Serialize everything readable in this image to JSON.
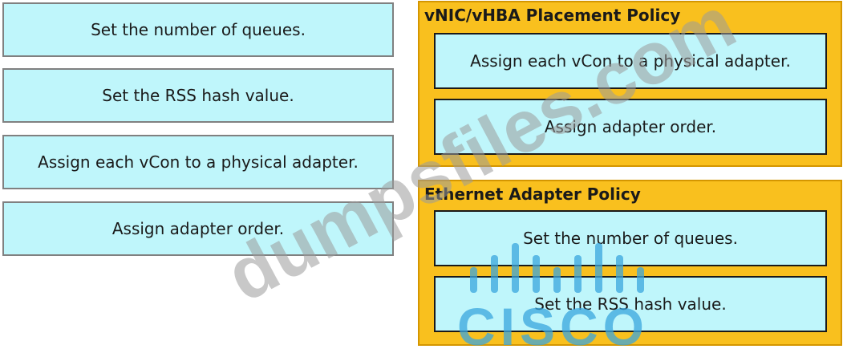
{
  "source_tiles": [
    {
      "label": "Set the number of queues."
    },
    {
      "label": "Set the RSS hash value."
    },
    {
      "label": "Assign each vCon to a physical adapter."
    },
    {
      "label": "Assign adapter order."
    }
  ],
  "targets": [
    {
      "title": "vNIC/vHBA Placement Policy",
      "slots": [
        {
          "label": "Assign each vCon to a physical adapter."
        },
        {
          "label": "Assign adapter order."
        }
      ]
    },
    {
      "title": "Ethernet Adapter Policy",
      "slots": [
        {
          "label": "Set the number of queues."
        },
        {
          "label": "Set the RSS hash value."
        }
      ]
    }
  ],
  "watermark": {
    "text": "dumpsfiles.com",
    "logo_text": "CISCO",
    "color": "#9a9a9a",
    "logo_color": "#3aa6dd"
  },
  "colors": {
    "tile_fill": "#bff6fb",
    "panel_fill": "#f9c01e"
  }
}
